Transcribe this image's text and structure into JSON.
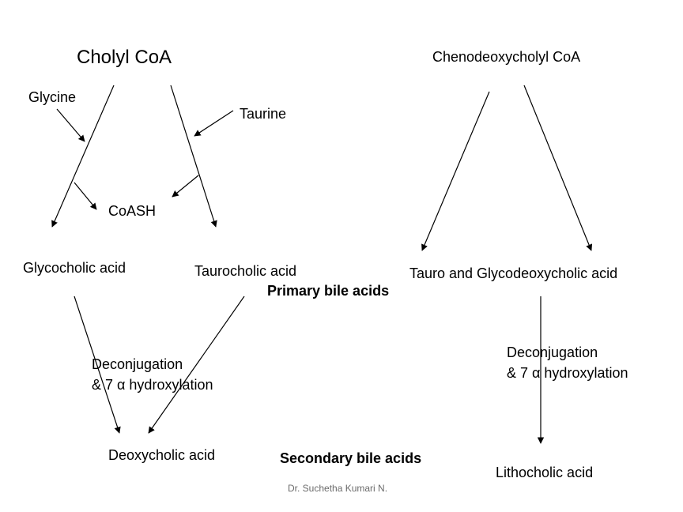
{
  "labels": {
    "cholyl_coa": "Cholyl CoA",
    "chenodeoxycholyl_coa": "Chenodeoxycholyl CoA",
    "glycine": "Glycine",
    "taurine": "Taurine",
    "coash": "CoASH",
    "glycocholic_acid": "Glycocholic acid",
    "taurocholic_acid": "Taurocholic acid",
    "primary_bile_acids": "Primary bile acids",
    "tauro_glyco": "Tauro and Glycodeoxycholic acid",
    "deconj_left_1": "Deconjugation",
    "deconj_left_2": "& 7 α hydroxylation",
    "deconj_right_1": "Deconjugation",
    "deconj_right_2": "& 7 α hydroxylation",
    "deoxycholic_acid": "Deoxycholic acid",
    "secondary_bile_acids": "Secondary bile acids",
    "lithocholic_acid": "Lithocholic acid",
    "footer_author": "Dr. Suchetha Kumari N."
  }
}
